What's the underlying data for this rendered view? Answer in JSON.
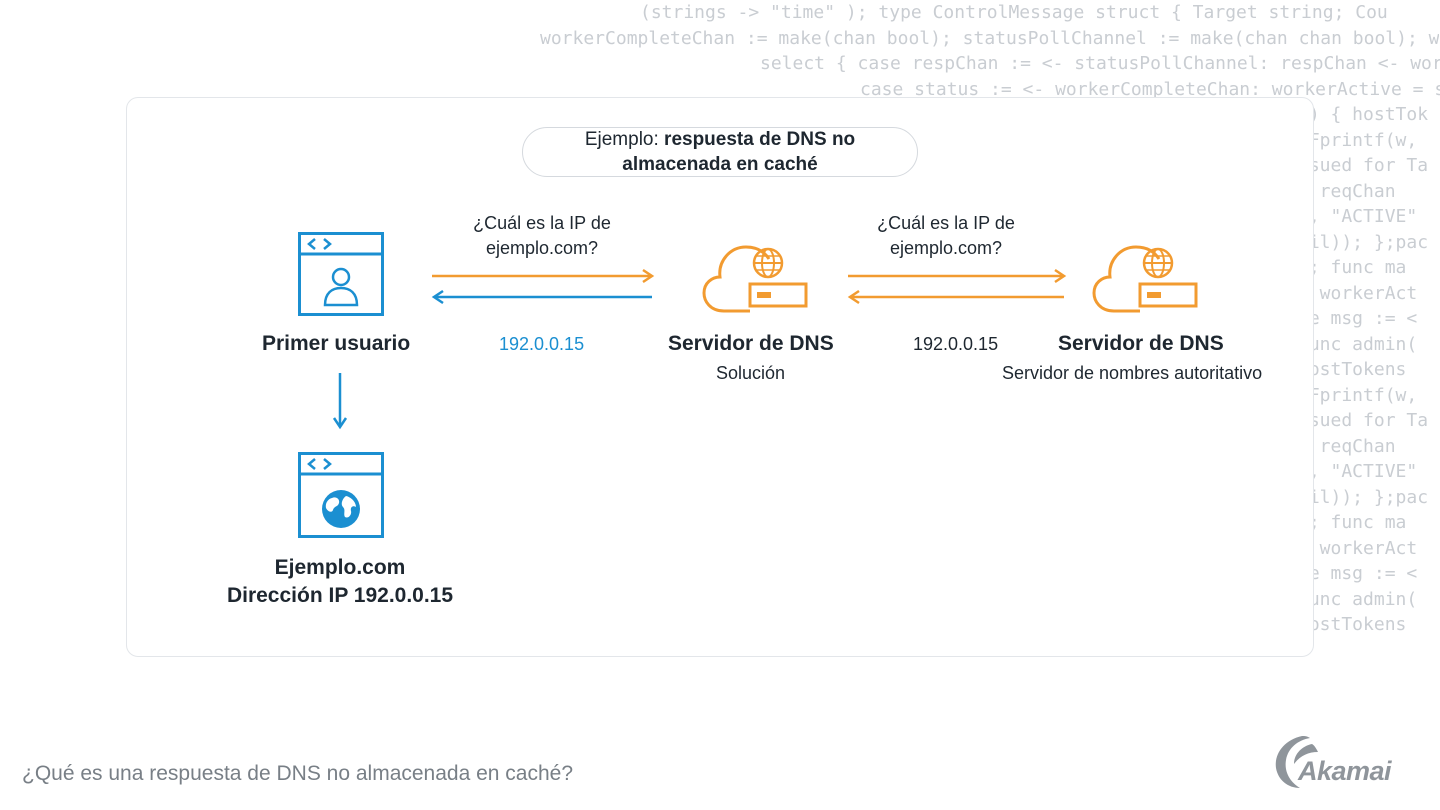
{
  "background_code": [
    "(strings -> \"time\" ); type ControlMessage struct { Target string; Cou",
    "workerCompleteChan := make(chan bool); statusPollChannel := make(chan chan bool); w",
    "select { case respChan := <- statusPollChannel: respChan <- workerActive; case",
    "case status := <- workerCompleteChan: workerActive = status;",
    "t) { hostTok",
    ".Fprintf(w,",
    "ssued for Ta",
    "{ reqChan",
    "w, \"ACTIVE\"",
    "nil)); };pac",
    "); func ma",
    "; workerAct",
    "se msg := <",
    "func admin(",
    "hostTokens",
    ".Fprintf(w,",
    "ssued for Ta",
    "{ reqChan",
    "w, \"ACTIVE\"",
    "nil)); };pac",
    "); func ma",
    "; workerAct",
    "se msg := <",
    "func admin(",
    "hostTokens"
  ],
  "diagram": {
    "title_prefix": "Ejemplo: ",
    "title_bold_line1": "respuesta de DNS no",
    "title_bold_line2": "almacenada en caché",
    "nodes": {
      "user": {
        "label": "Primer usuario",
        "icon": "browser-user-icon"
      },
      "resolver": {
        "label": "Servidor de DNS",
        "sublabel": "Solución",
        "icon": "cloud-dns-server-icon"
      },
      "authoritative": {
        "label": "Servidor de DNS",
        "sublabel": "Servidor de nombres autoritativo",
        "icon": "cloud-dns-server-icon"
      },
      "website": {
        "label_line1": "Ejemplo.com",
        "label_line2": "Dirección IP 192.0.0.15",
        "icon": "browser-globe-icon"
      }
    },
    "edges": {
      "query_1_line1": "¿Cuál es la IP de",
      "query_1_line2": "ejemplo.com?",
      "reply_1": "192.0.0.15",
      "query_2_line1": "¿Cuál es la IP de",
      "query_2_line2": "ejemplo.com?",
      "reply_2": "192.0.0.15"
    },
    "colors": {
      "blue": "#1b8fd1",
      "orange": "#f29b30",
      "text": "#1e2730"
    }
  },
  "footer": {
    "caption": "¿Qué es una respuesta de DNS no almacenada en caché?",
    "logo_text": "Akamai"
  }
}
